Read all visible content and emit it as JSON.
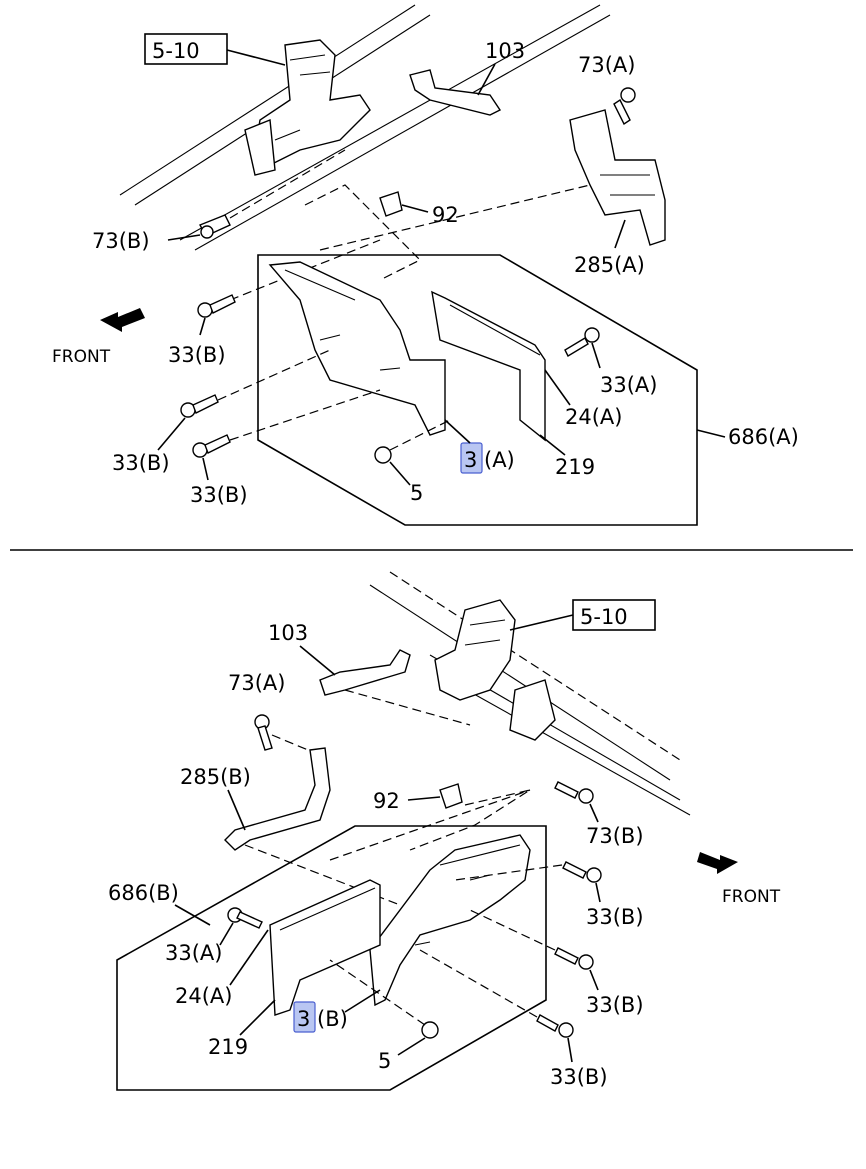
{
  "diagram": {
    "top": {
      "ref_box": "5-10",
      "labels": {
        "p103": "103",
        "p73a": "73(A)",
        "p73b": "73(B)",
        "p92": "92",
        "p285a": "285(A)",
        "front": "FRONT",
        "p33b_1": "33(B)",
        "p33a": "33(A)",
        "p24a": "24(A)",
        "p686a": "686(A)",
        "p33b_2": "33(B)",
        "p33b_3": "33(B)",
        "p3_num": "3",
        "p3_suffix": "(A)",
        "p219": "219",
        "p5": "5"
      }
    },
    "bottom": {
      "ref_box": "5-10",
      "labels": {
        "p103": "103",
        "p73a": "73(A)",
        "p285b": "285(B)",
        "p92": "92",
        "p73b": "73(B)",
        "front": "FRONT",
        "p686b": "686(B)",
        "p33b_1": "33(B)",
        "p33a": "33(A)",
        "p24a": "24(A)",
        "p33b_2": "33(B)",
        "p3_num": "3",
        "p3_suffix": "(B)",
        "p219": "219",
        "p5": "5",
        "p33b_3": "33(B)"
      }
    },
    "highlight_color": "#b9c6f2"
  }
}
